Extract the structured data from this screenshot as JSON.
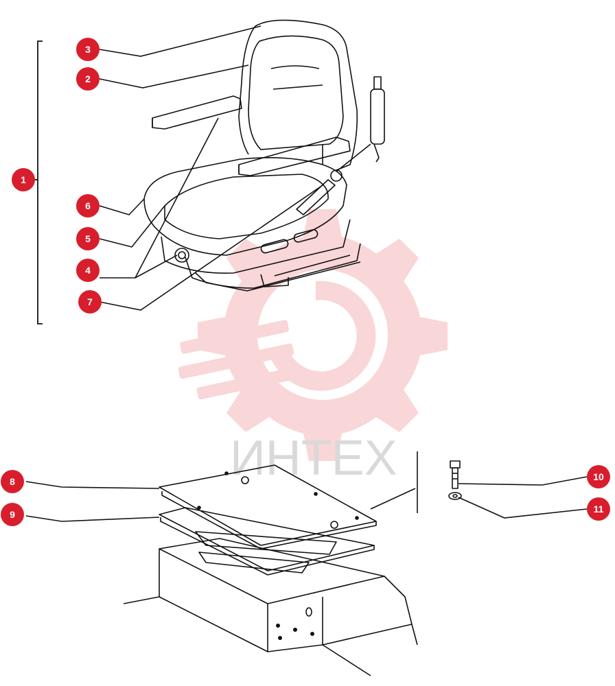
{
  "watermark": {
    "text": "ИНТЕХ",
    "color": "#f07070"
  },
  "callouts": {
    "c1": "1",
    "c2": "2",
    "c3": "3",
    "c4": "4",
    "c5": "5",
    "c6": "6",
    "c7": "7",
    "c8": "8",
    "c9": "9",
    "c10": "10",
    "c11": "11"
  },
  "colors": {
    "callout": "#d81e2c",
    "line": "#111111"
  }
}
